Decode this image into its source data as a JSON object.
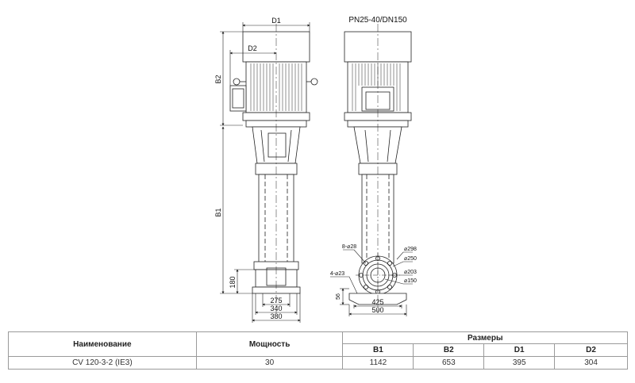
{
  "drawing": {
    "pressure_label": "PN25-40/DN150",
    "dims": {
      "d1": "D1",
      "d2": "D2",
      "b1": "B1",
      "b2": "B2",
      "h180": "180",
      "w275": "275",
      "w340": "340",
      "w380": "380",
      "w425": "425",
      "w500": "500",
      "h56": "56",
      "bolts_main": "8-⌀28",
      "bolts_base": "4-⌀23",
      "dia298": "⌀298",
      "dia250": "⌀250",
      "dia203": "⌀203",
      "dia150": "⌀150"
    }
  },
  "table": {
    "col_name": "Наименование",
    "col_power": "Мощность",
    "col_group": "Размеры",
    "sub": [
      "B1",
      "B2",
      "D1",
      "D2"
    ],
    "rows": [
      {
        "name": "CV 120-3-2 (IE3)",
        "power": "30",
        "b1": "1142",
        "b2": "653",
        "d1": "395",
        "d2": "304"
      }
    ]
  }
}
